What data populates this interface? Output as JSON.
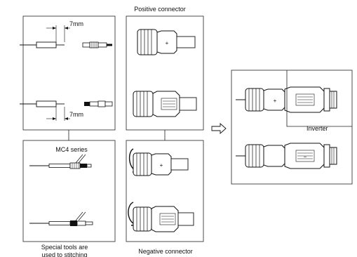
{
  "labels": {
    "positive_connector": "Positive connector",
    "negative_connector": "Negative connector",
    "inverter": "Inverter",
    "mc4_series": "MC4 series",
    "strip_length_top": "7mm",
    "strip_length_bottom": "7mm",
    "special_tools_line1": "Special tools are",
    "special_tools_line2": "used to stitching"
  },
  "connector_marks": {
    "plus": "+",
    "minus": "−"
  }
}
